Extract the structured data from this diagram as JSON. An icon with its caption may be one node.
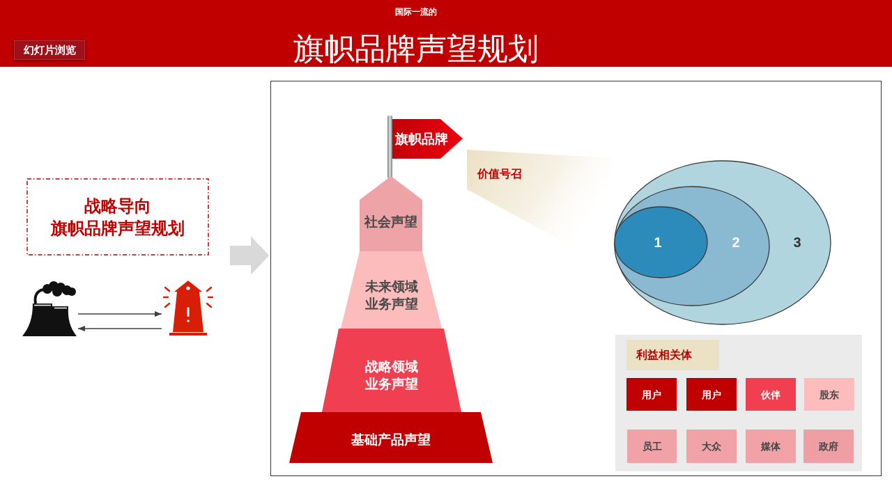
{
  "diagram": {
    "title": "旗帜品牌声望规划",
    "nodes": [
      {
        "text": [
          "幻灯片浏览"
        ]
      },
      {
        "text": [
          "战略导向",
          "旗帜品牌声望规划"
        ]
      },
      {
        "text": [],
        "shape": "picture"
      },
      {
        "text": [],
        "shape": "picture"
      },
      {
        "text": [],
        "shape": "box"
      },
      {
        "text": [
          "旗帜品牌"
        ],
        "in": 4
      },
      {
        "text": [
          "社会声望"
        ],
        "in": 4
      },
      {
        "text": [
          "未来领域业务声望"
        ],
        "in": 4
      },
      {
        "text": [
          "战略领域业务声望"
        ],
        "in": 4
      },
      {
        "text": [
          "基础产品声望"
        ],
        "in": 4
      },
      {
        "text": [
          "价值号召"
        ],
        "in": 4
      },
      {
        "text": [
          "3"
        ],
        "in": 4
      },
      {
        "text": [
          "2"
        ],
        "in": 11
      },
      {
        "text": [
          "1"
        ],
        "in": 12
      },
      {
        "text": [],
        "shape": "box",
        "in": 4
      },
      {
        "text": [
          "利益相关体"
        ],
        "in": 14
      },
      {
        "text": [
          "用户"
        ],
        "in": 14
      },
      {
        "text": [
          "用户"
        ],
        "in": 14
      },
      {
        "text": [
          "伙伴"
        ],
        "in": 14
      },
      {
        "text": [
          "股东"
        ],
        "in": 14
      },
      {
        "text": [
          "员工"
        ],
        "in": 14
      },
      {
        "text": [
          "大众"
        ],
        "in": 14
      },
      {
        "text": [
          "媒体"
        ],
        "in": 14
      },
      {
        "text": [
          "政府"
        ],
        "in": 14
      }
    ],
    "edges": [
      {
        "from": 2,
        "to": 3,
        "arrow": "to"
      },
      {
        "from": 3,
        "to": 2,
        "arrow": "to"
      },
      {
        "from": null,
        "to": 4,
        "arrow": "to",
        "style": "thick",
        "color": "#d9d9d9"
      }
    ],
    "labels": [
      "国际一流的"
    ]
  }
}
